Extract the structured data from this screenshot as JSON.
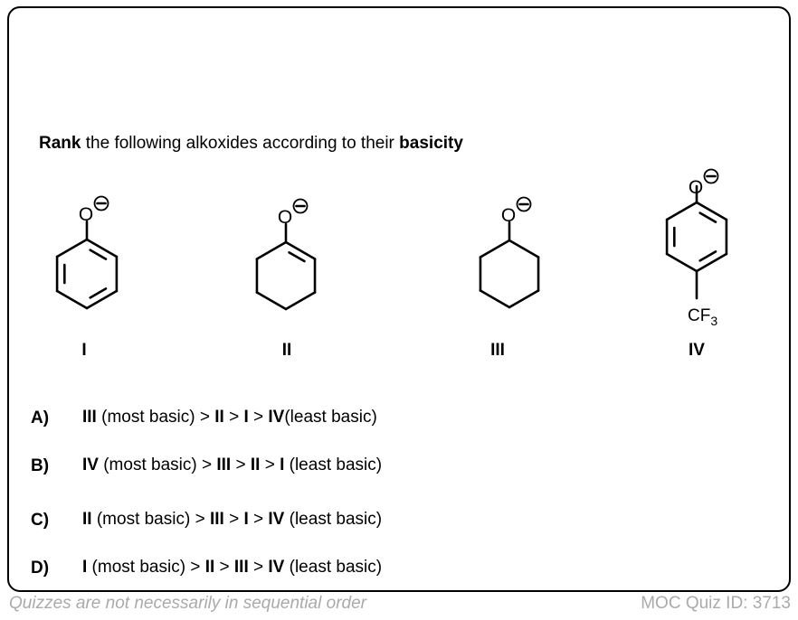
{
  "question": {
    "pre": "Rank",
    "mid": " the following alkoxides according to their ",
    "bold": "basicity"
  },
  "molecules": [
    {
      "label": "I",
      "name": "phenoxide"
    },
    {
      "label": "II",
      "name": "cyclohexenolate"
    },
    {
      "label": "III",
      "name": "cyclohexanolate"
    },
    {
      "label": "IV",
      "name": "4-trifluoromethylphenoxide",
      "substituent": "CF",
      "subscript": "3"
    }
  ],
  "atom_O": "O",
  "charge": "⊖",
  "options": [
    {
      "letter": "A)",
      "parts": [
        [
          "III",
          true
        ],
        [
          " (most basic) > ",
          false
        ],
        [
          "II",
          true
        ],
        [
          " > ",
          false
        ],
        [
          "I",
          true
        ],
        [
          " > ",
          false
        ],
        [
          "IV",
          true
        ],
        [
          "(least basic)",
          false
        ]
      ]
    },
    {
      "letter": "B)",
      "parts": [
        [
          "IV",
          true
        ],
        [
          " (most basic) > ",
          false
        ],
        [
          "III",
          true
        ],
        [
          " > ",
          false
        ],
        [
          "II",
          true
        ],
        [
          " > ",
          false
        ],
        [
          "I",
          true
        ],
        [
          " (least basic)",
          false
        ]
      ]
    },
    {
      "letter": "C)",
      "parts": [
        [
          "II",
          true
        ],
        [
          " (most basic) > ",
          false
        ],
        [
          "III",
          true
        ],
        [
          " >  ",
          false
        ],
        [
          "I",
          true
        ],
        [
          " > ",
          false
        ],
        [
          "IV",
          true
        ],
        [
          " (least basic)",
          false
        ]
      ]
    },
    {
      "letter": "D)",
      "parts": [
        [
          "I",
          true
        ],
        [
          " (most basic) > ",
          false
        ],
        [
          "II",
          true
        ],
        [
          " > ",
          false
        ],
        [
          "III",
          true
        ],
        [
          " > ",
          false
        ],
        [
          "IV",
          true
        ],
        [
          " (least basic)",
          false
        ]
      ]
    }
  ],
  "footer": {
    "left": "Quizzes are not necessarily in sequential order",
    "right": "MOC Quiz ID: 3713"
  }
}
